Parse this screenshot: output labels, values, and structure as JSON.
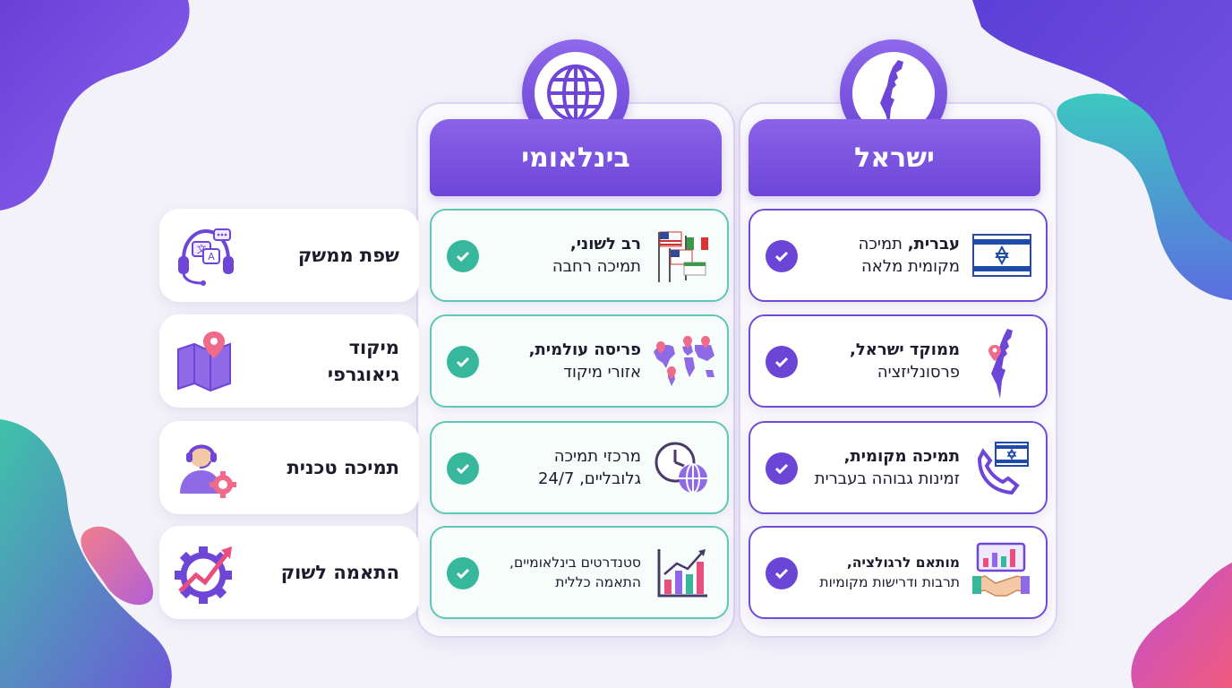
{
  "columns": {
    "international": {
      "title": "בינלאומי",
      "icon": "globe-icon",
      "cards": [
        {
          "bold": "רב לשוני,",
          "line2": "תמיכה רחבה",
          "icon": "flags-icon"
        },
        {
          "bold": "פריסה עולמית,",
          "line2": "אזורי מיקוד",
          "icon": "world-map-pins-icon"
        },
        {
          "line1": "מרכזי תמיכה",
          "line2": "גלובליים, 24/7",
          "icon": "clock-globe-icon"
        },
        {
          "line1": "סטנדרטים בינלאומיים,",
          "line2": "התאמה כללית",
          "icon": "bar-chart-icon"
        }
      ]
    },
    "israel": {
      "title": "ישראל",
      "icon": "israel-map-icon",
      "cards": [
        {
          "bold": "עברית,",
          "rest": " תמיכה",
          "line2": "מקומית מלאה",
          "icon": "israel-flag-icon"
        },
        {
          "bold": "ממוקד ישראל,",
          "line2": "פרסונליזציה",
          "icon": "israel-map-pin-icon"
        },
        {
          "bold": "תמיכה מקומית,",
          "line2": "זמינות גבוהה בעברית",
          "icon": "phone-flag-icon"
        },
        {
          "bold": "מותאם לרגולציה,",
          "line2": "תרבות ודרישות מקומיות",
          "icon": "handshake-chart-icon"
        }
      ]
    }
  },
  "rows": [
    {
      "label": "שפת ממשק",
      "icon": "headset-translate-icon"
    },
    {
      "label1": "מיקוד",
      "label2": "גיאוגרפי",
      "icon": "map-pin-icon"
    },
    {
      "label": "תמיכה טכנית",
      "icon": "support-agent-gear-icon"
    },
    {
      "label": "התאמה לשוק",
      "icon": "gear-growth-icon"
    }
  ],
  "colors": {
    "purple": "#6d46d8",
    "teal": "#37b89c",
    "background": "#f3f2f9"
  }
}
